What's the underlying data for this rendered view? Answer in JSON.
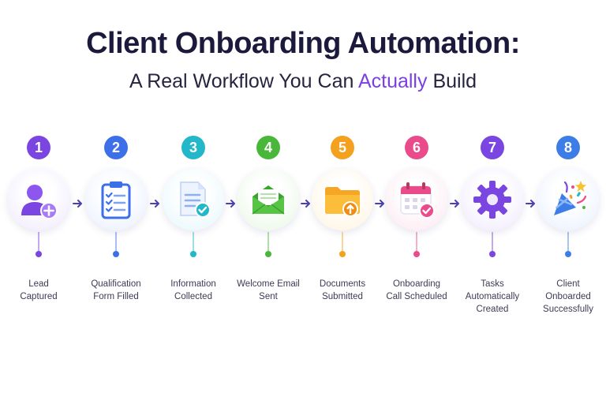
{
  "title": "Client Onboarding Automation:",
  "subtitle": {
    "before": "A Real Workflow You Can ",
    "accent": "Actually",
    "after": " Build"
  },
  "colors": {
    "accent": "#7b3fe4",
    "step1": "#7a45e0",
    "step2": "#3d6fe8",
    "step3": "#22b7c9",
    "step4": "#49b83a",
    "step5": "#f3a11e",
    "step6": "#ea4b8b",
    "step7": "#7a45e0",
    "step8": "#3d7de8"
  },
  "steps": [
    {
      "number": "1",
      "icon": "user-add-icon",
      "lines": [
        "Lead",
        "Captured"
      ]
    },
    {
      "number": "2",
      "icon": "clipboard-list-icon",
      "lines": [
        "Qualification",
        "Form Filled"
      ]
    },
    {
      "number": "3",
      "icon": "document-check-icon",
      "lines": [
        "Information",
        "Collected"
      ]
    },
    {
      "number": "4",
      "icon": "envelope-open-icon",
      "lines": [
        "Welcome Email",
        "Sent"
      ]
    },
    {
      "number": "5",
      "icon": "folder-upload-icon",
      "lines": [
        "Documents",
        "Submitted"
      ]
    },
    {
      "number": "6",
      "icon": "calendar-check-icon",
      "lines": [
        "Onboarding",
        "Call Scheduled"
      ]
    },
    {
      "number": "7",
      "icon": "gear-icon",
      "lines": [
        "Tasks",
        "Automatically",
        "Created"
      ]
    },
    {
      "number": "8",
      "icon": "party-popper-icon",
      "lines": [
        "Client",
        "Onboarded",
        "Successfully"
      ]
    }
  ]
}
